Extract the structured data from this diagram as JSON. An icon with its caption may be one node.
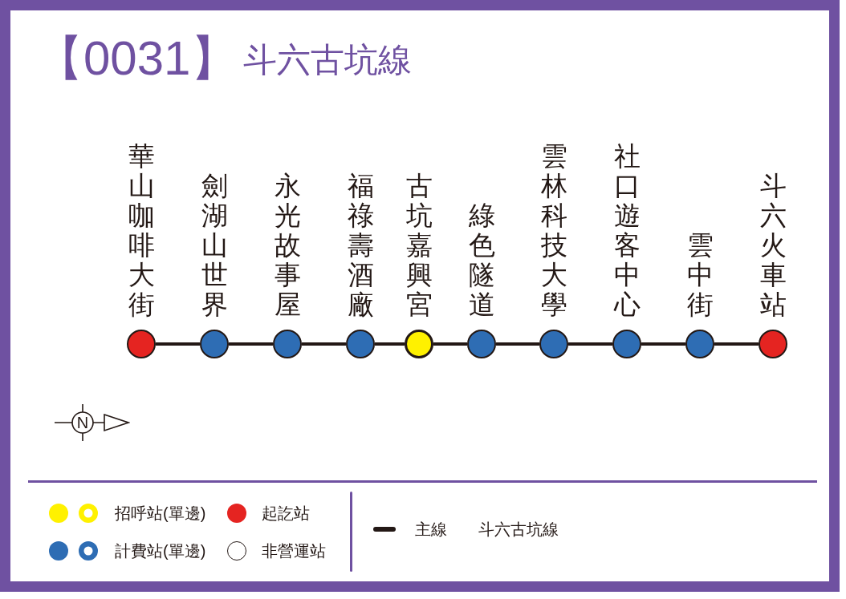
{
  "diagram": {
    "title": "【0031】",
    "nodes": [
      {
        "text": [
          "華山咖啡大街"
        ]
      },
      {
        "text": [
          "劍湖山世界"
        ]
      },
      {
        "text": [
          "永光故事屋"
        ]
      },
      {
        "text": [
          "福祿壽酒廠"
        ]
      },
      {
        "text": [
          "古坑嘉興宮"
        ]
      },
      {
        "text": [
          "綠色隧道"
        ]
      },
      {
        "text": [
          "雲林科技大學"
        ]
      },
      {
        "text": [
          "社口遊客中心"
        ]
      },
      {
        "text": [
          "雲中街"
        ]
      },
      {
        "text": [
          "斗六火車站"
        ]
      }
    ],
    "edges": [
      {
        "from": 0,
        "to": 1,
        "arrow": "none"
      },
      {
        "from": 1,
        "to": 2,
        "arrow": "none"
      },
      {
        "from": 2,
        "to": 3,
        "arrow": "none"
      },
      {
        "from": 3,
        "to": 4,
        "arrow": "none"
      },
      {
        "from": 4,
        "to": 5,
        "arrow": "none"
      },
      {
        "from": 5,
        "to": 6,
        "arrow": "none"
      },
      {
        "from": 6,
        "to": 7,
        "arrow": "none"
      },
      {
        "from": 7,
        "to": 8,
        "arrow": "none"
      },
      {
        "from": 8,
        "to": 9,
        "arrow": "none"
      }
    ],
    "labels": [
      "斗六古坑線",
      "N",
      "斗六古坑線"
    ],
    "legend": [
      {
        "text": "招呼站(單邊)",
        "color": "#fff100"
      },
      {
        "text": "起訖站",
        "color": "#e52421"
      },
      {
        "text": "計費站(單邊)",
        "color": "#2e6db4"
      },
      {
        "text": "非營運站"
      },
      {
        "text": "主線"
      }
    ]
  }
}
